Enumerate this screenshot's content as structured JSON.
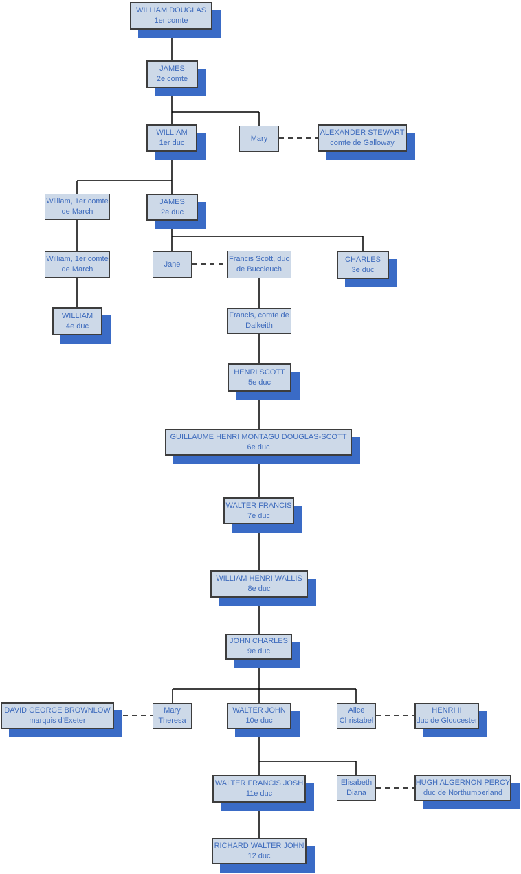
{
  "diagram": {
    "type": "family-tree",
    "colors": {
      "node_fill": "#cdd9e8",
      "node_border": "#3d3d3d",
      "node_text": "#3f6cbd",
      "shadow_accent": "#3a6bc6",
      "connector_line": "#000000",
      "background": "#ffffff"
    },
    "nodes": [
      {
        "line1": "WILLIAM DOUGLAS",
        "line2": "1er comte"
      },
      {
        "line1": "JAMES",
        "line2": "2e comte"
      },
      {
        "line1": "WILLIAM",
        "line2": "1er duc"
      },
      {
        "line1": "Mary"
      },
      {
        "line1": "ALEXANDER STEWART",
        "line2": "comte de Galloway"
      },
      {
        "line1": "William, 1er comte",
        "line2": "de March"
      },
      {
        "line1": "JAMES",
        "line2": "2e duc"
      },
      {
        "line1": "William, 1er comte",
        "line2": "de March"
      },
      {
        "line1": "Jane"
      },
      {
        "line1": "Francis Scott, duc",
        "line2": "de Buccleuch"
      },
      {
        "line1": "CHARLES",
        "line2": "3e duc"
      },
      {
        "line1": "WILLIAM",
        "line2": "4e duc"
      },
      {
        "line1": "Francis, comte de",
        "line2": "Dalkeith"
      },
      {
        "line1": "HENRI SCOTT",
        "line2": "5e duc"
      },
      {
        "line1": "GUILLAUME HENRI MONTAGU DOUGLAS-SCOTT",
        "line2": "6e duc"
      },
      {
        "line1": "WALTER FRANCIS",
        "line2": "7e duc"
      },
      {
        "line1": "WILLIAM HENRI WALLIS",
        "line2": "8e duc"
      },
      {
        "line1": "JOHN CHARLES",
        "line2": "9e duc"
      },
      {
        "line1": "DAVID GEORGE BROWNLOW",
        "line2": "marquis d'Exeter"
      },
      {
        "line1": "Mary",
        "line2": "Theresa"
      },
      {
        "line1": "WALTER JOHN",
        "line2": "10e duc"
      },
      {
        "line1": "Alice",
        "line2": "Christabel"
      },
      {
        "line1": "HENRI II",
        "line2": "duc de Gloucester"
      },
      {
        "line1": "WALTER FRANCIS JOSH",
        "line2": "11e duc"
      },
      {
        "line1": "Elisabeth",
        "line2": "Diana"
      },
      {
        "line1": "HUGH ALGERNON PERCY",
        "line2": "duc de Northumberland"
      },
      {
        "line1": "RICHARD WALTER JOHN",
        "line2": "12 duc"
      }
    ]
  }
}
